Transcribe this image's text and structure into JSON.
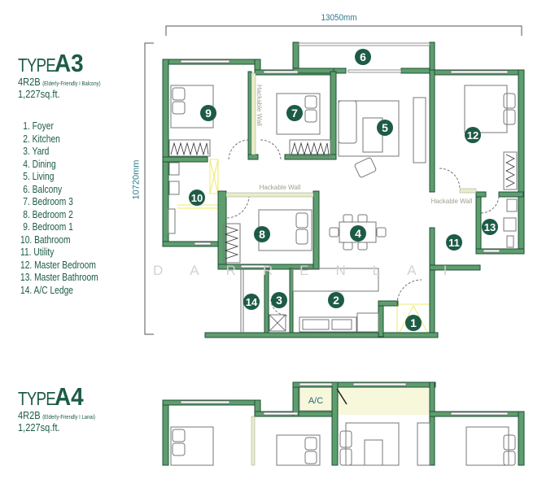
{
  "plans": [
    {
      "type_word": "TYPE",
      "type_code": "A3",
      "layout": "4R2B",
      "layout_note": "(Elderly-Friendly I Balcony)",
      "area": "1,227sq.ft.",
      "width_dim": "13050mm",
      "depth_dim": "10720mm"
    },
    {
      "type_word": "TYPE",
      "type_code": "A4",
      "layout": "4R2B",
      "layout_note": "(Elderly-Friendly I Lanai)",
      "area": "1,227sq.ft.",
      "ac_label": "A/C"
    }
  ],
  "legend": [
    "1. Foyer",
    "2. Kitchen",
    "3. Yard",
    "4. Dining",
    "5. Living",
    "6. Balcony",
    "7. Bedroom 3",
    "8. Bedroom 2",
    "9. Bedroom 1",
    "10. Bathroom",
    "11. Utility",
    "12. Master Bedroom",
    "13. Master Bathroom",
    "14. A/C Ledge"
  ],
  "markers": {
    "m1": "1",
    "m2": "2",
    "m3": "3",
    "m4": "4",
    "m5": "5",
    "m6": "6",
    "m7": "7",
    "m8": "8",
    "m9": "9",
    "m10": "10",
    "m11": "11",
    "m12": "12",
    "m13": "13",
    "m14": "14"
  },
  "annotations": {
    "hackable_wall": "Hackable Wall",
    "watermark": "DARRENLAI"
  },
  "colors": {
    "wall": "#5e9e6e",
    "wall_outline": "#1f4f35",
    "marker": "#1d5b46",
    "text": "#1d5b46",
    "dimension": "#2a7a8a",
    "hackable": "#e8efc8",
    "foyer_highlight": "#f4f07a",
    "lanai_fill": "#f7f7dc"
  }
}
